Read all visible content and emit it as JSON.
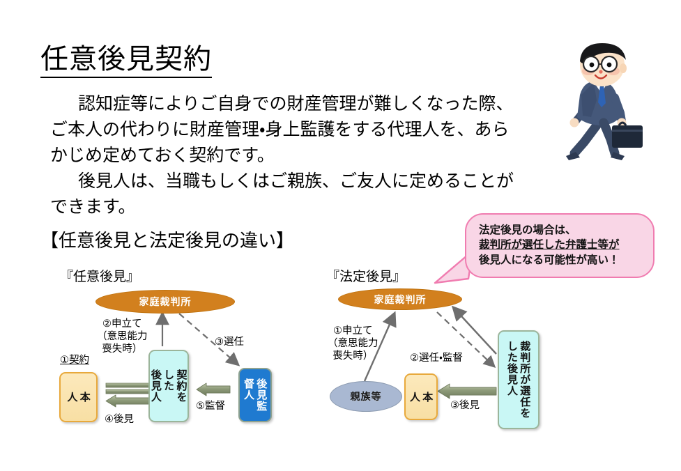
{
  "slide": {
    "title": "任意後見契約",
    "paragraphs": [
      "認知症等によりご自身での財産管理が難しくなった際、ご本人の代わりに財産管理・身上監護をする代理人を、あらかじめ定めておく契約です。",
      "後見人は、当職もしくはご親族、ご友人に定めることができます。"
    ],
    "section_heading": "【任意後見と法定後見の違い】"
  },
  "diagram_left": {
    "heading": "『任意後見』",
    "court": "家庭裁判所",
    "person_box": "本\n人",
    "guardian_box": "契約を\nした\n後見人",
    "supervisor_box": "後見監\n督人",
    "labels": {
      "contract": "①契約",
      "petition": "②申立て\n（意思能力\n喪失時）",
      "appoint": "③選任",
      "guardianship": "④後見",
      "supervise": "⑤監督"
    }
  },
  "diagram_right": {
    "heading": "『法定後見』",
    "court": "家庭裁判所",
    "relatives": "親族等",
    "person_box": "本\n人",
    "guardian_box": "裁判所が選任を\nした後見人",
    "labels": {
      "petition": "①申立て\n（意思能力\n喪失時）",
      "appoint_supervise": "②選任・監督",
      "guardianship": "③後見"
    }
  },
  "callout": {
    "line1": "法定後見の場合は、",
    "line2": "裁判所が選任した弁護士等が",
    "line3": "後見人になる可能性が高い！"
  },
  "colors": {
    "court_orange": "#D2801E",
    "relatives_slate": "#A9B8D2",
    "person_tan": "#F8DFA4",
    "guardian_cyan": "#C9F7F5",
    "supervisor_blue": "#1F7AD0",
    "callout_pink": "#F9D6E6",
    "callout_border": "#F07CB0",
    "arrow_olive": "#8D9A79",
    "arrow_gray": "#6E6E6E"
  }
}
